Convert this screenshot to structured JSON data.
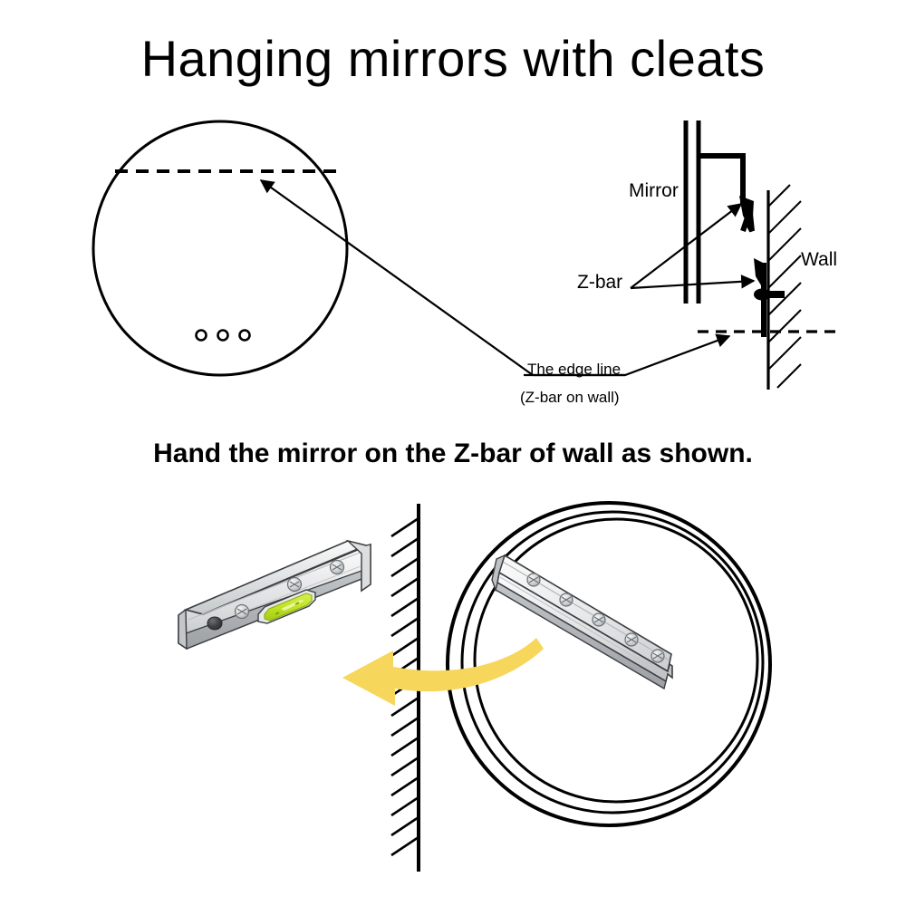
{
  "page": {
    "title": "Hanging mirrors with cleats",
    "background_color": "#ffffff",
    "ink_color": "#000000"
  },
  "colors": {
    "ink": "#000000",
    "arrow_yellow": "#F7D65C",
    "metal_light": "#F2F2F2",
    "metal_mid": "#D2D4D6",
    "metal_dark": "#AEB1B4",
    "metal_edge": "#8C9094",
    "level_green": "#BFE32A",
    "bubble_light": "#E4F58A",
    "screw_gray": "#C6C8CA",
    "hole_dark": "#3A3A3A"
  },
  "top_left_panel": {
    "name": "mirror-front-view",
    "shape": "circle",
    "dashed_edge_line_label": "edge line across mirror back",
    "hole_count": 3
  },
  "top_right_panel": {
    "name": "z-bar-cross-section",
    "labels": {
      "mirror": "Mirror",
      "wall": "Wall",
      "zbar": "Z-bar",
      "edge_line": "The edge line",
      "edge_line_sub": "(Z-bar on wall)"
    }
  },
  "caption": {
    "text": "Hand the mirror on the Z-bar of wall as shown."
  },
  "bottom_panel": {
    "name": "mounting-illustration",
    "wall_label": "hatched wall section",
    "cleat_left": {
      "name": "z-bar-cleat-with-level",
      "screw_count": 3,
      "has_bubble_level": true,
      "has_end_hole": true
    },
    "cleat_right": {
      "name": "z-bar-cleat-on-mirror-back",
      "screw_count": 5
    },
    "mirror_rings": 3,
    "arrow": {
      "name": "curved-motion-arrow",
      "direction": "right-to-left",
      "color": "#F7D65C"
    }
  }
}
